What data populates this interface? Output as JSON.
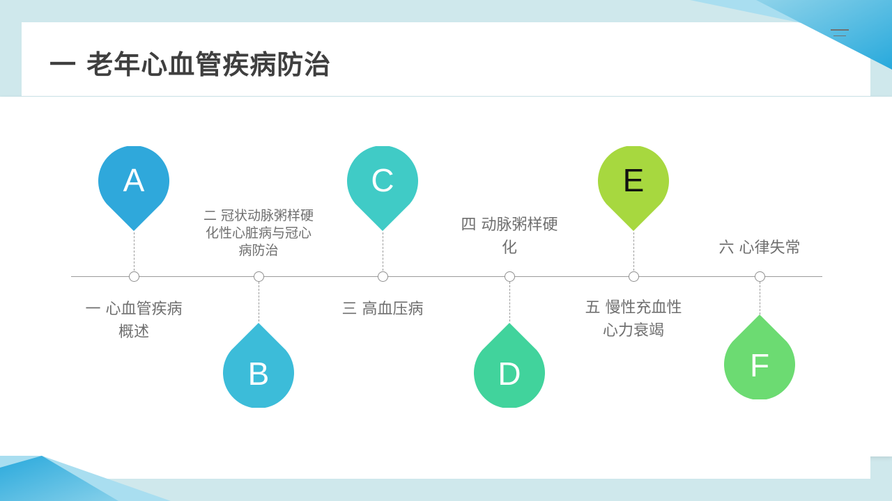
{
  "header": {
    "title": "一 老年心血管疾病防治",
    "menu_icon": "menu-icon"
  },
  "colors": {
    "background": "#cfe8ec",
    "accent_blue": "#2aa9dc",
    "accent_cyan": "#40c9c6",
    "accent_green": "#a6d83c"
  },
  "timeline": {
    "items": [
      {
        "letter": "A",
        "color": "#2fa8db",
        "label_lines": [
          "一 心血管疾病",
          "概述"
        ]
      },
      {
        "letter": "B",
        "color": "#3cbcd9",
        "label_lines": [
          "二 冠状动脉粥样硬",
          "化性心脏病与冠心",
          "病防治"
        ]
      },
      {
        "letter": "C",
        "color": "#40cbc6",
        "label_lines": [
          "三 高血压病"
        ]
      },
      {
        "letter": "D",
        "color": "#41d39c",
        "label_lines": [
          "四 动脉粥样硬",
          "化"
        ]
      },
      {
        "letter": "E",
        "color": "#a7d83f",
        "label_lines": [
          "五 慢性充血性",
          "心力衰竭"
        ]
      },
      {
        "letter": "F",
        "color": "#6cdb72",
        "label_lines": [
          "六 心律失常"
        ]
      }
    ]
  }
}
